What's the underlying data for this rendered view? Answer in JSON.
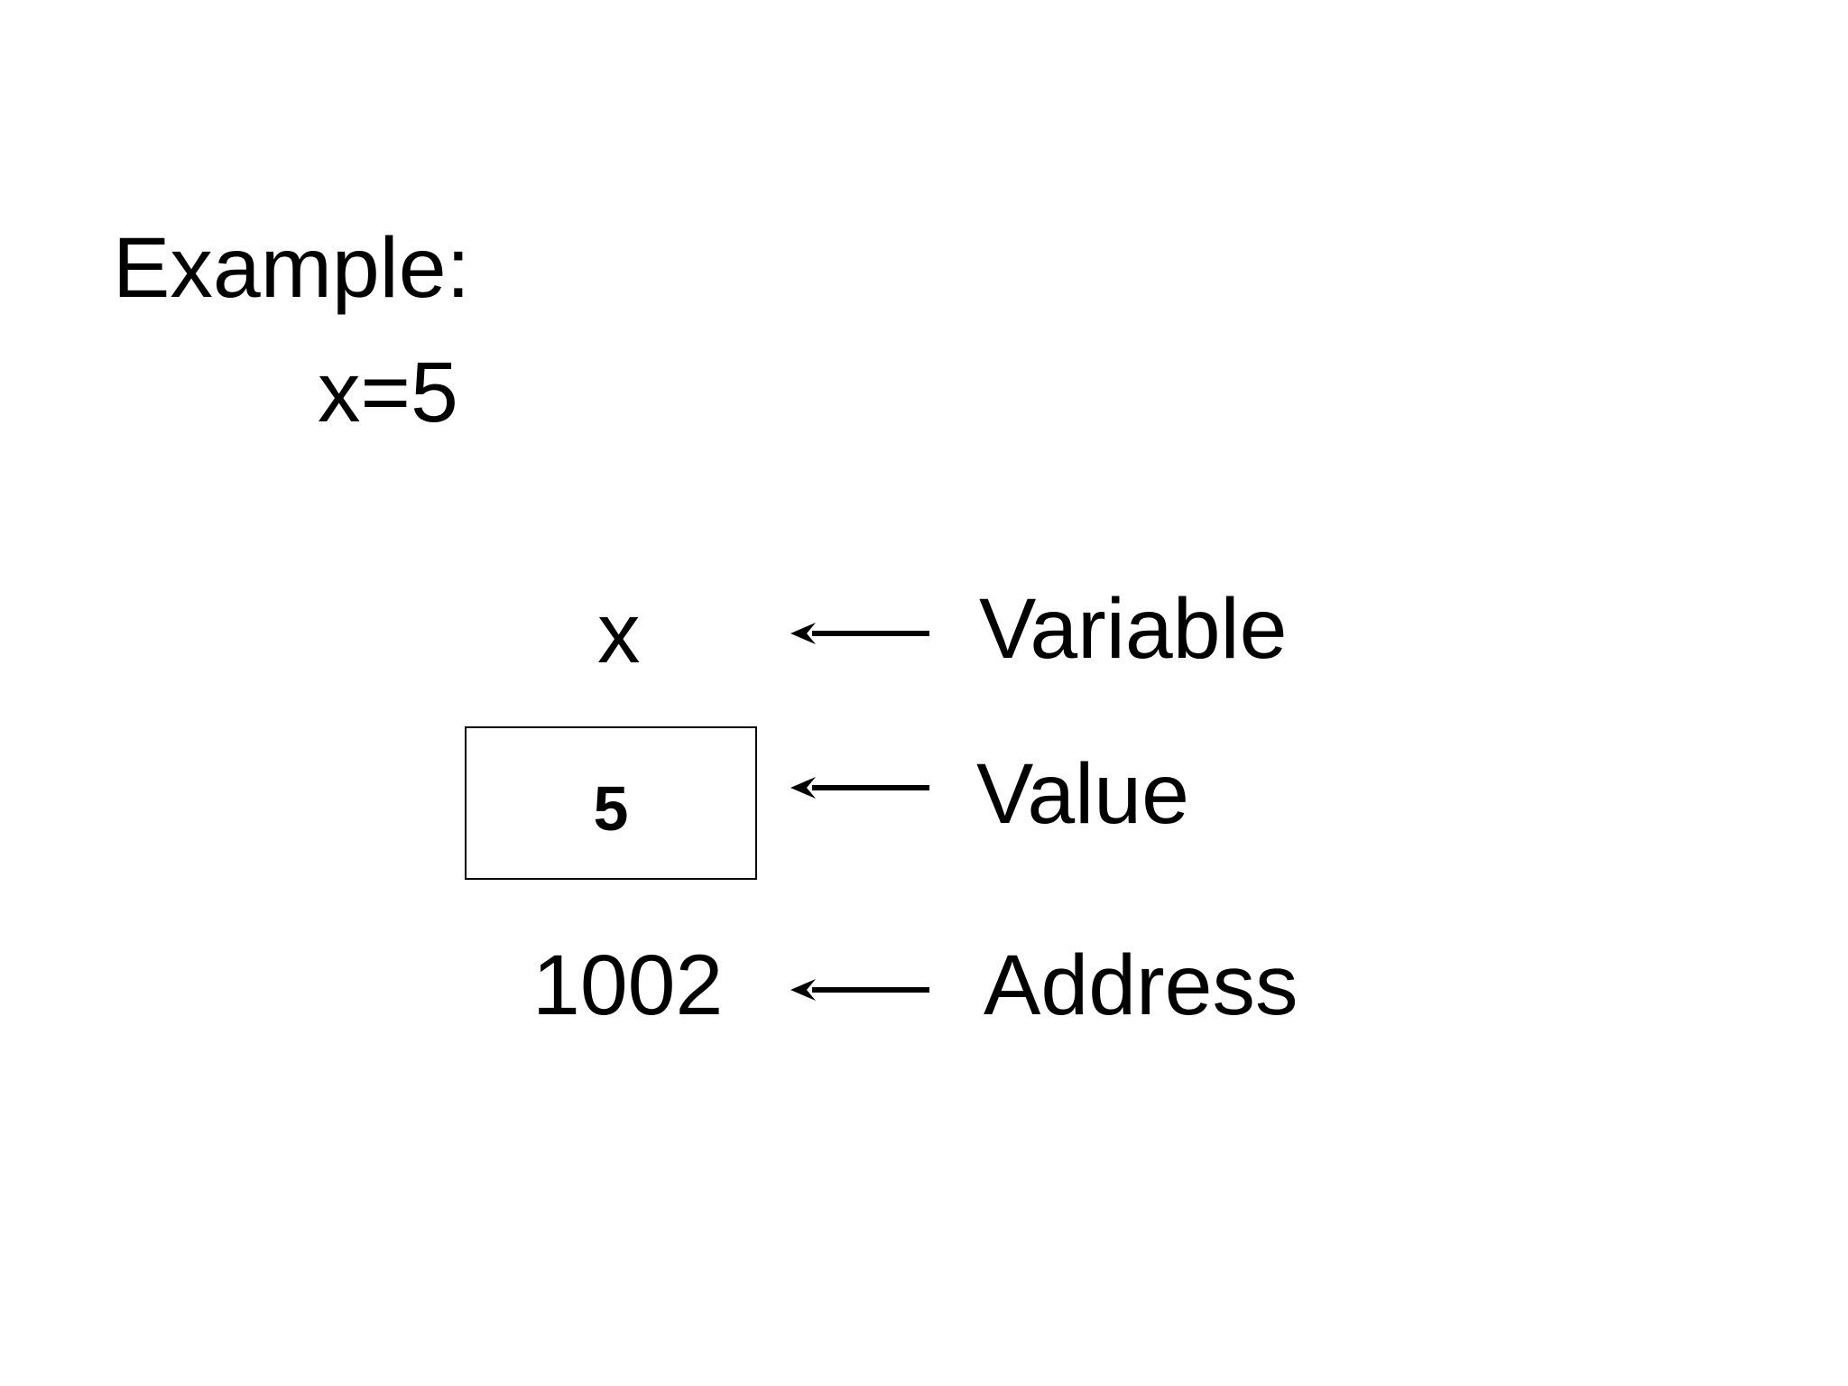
{
  "slide": {
    "title": "Example:",
    "statement": "x=5"
  },
  "memory": {
    "variable_name": "x",
    "value": "5",
    "address": "1002"
  },
  "labels": {
    "variable": "Variable",
    "value": "Value",
    "address": "Address"
  },
  "arrows": {
    "icon": "left-arrow-icon",
    "color": "#000000"
  }
}
